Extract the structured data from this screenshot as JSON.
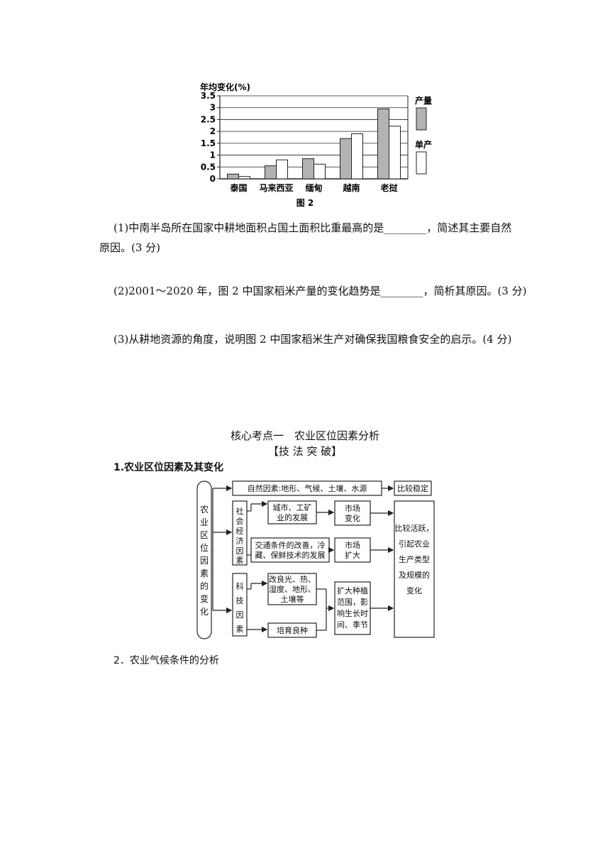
{
  "chart_data": {
    "type": "bar",
    "ylabel": "年均变化(%)",
    "yticks": [
      "3.5",
      "3",
      "2.5",
      "2",
      "1.5",
      "1",
      "0.5",
      "0"
    ],
    "ylim": [
      0,
      3.5
    ],
    "categories": [
      "泰国",
      "马来西亚",
      "缅甸",
      "越南",
      "老挝"
    ],
    "series": [
      {
        "name": "产量",
        "color": "#b3b3b3",
        "values": [
          0.2,
          0.55,
          0.85,
          1.7,
          2.95
        ]
      },
      {
        "name": "单产",
        "color": "#ffffff",
        "values": [
          0.1,
          0.8,
          0.62,
          1.9,
          2.22
        ]
      }
    ],
    "caption": "图 2",
    "legend_position": "right",
    "grid": true
  },
  "questions": {
    "q1_line1": "(1)中南半岛所在国家中耕地面积占国土面积比重最高的是________，简述其主要自然",
    "q1_line2": "原因。(3 分)",
    "q2": "(2)2001～2020 年，图 2 中国家稻米产量的变化趋势是________，简析其原因。(3 分)",
    "q3": "(3)从耕地资源的角度，说明图 2 中国家稻米生产对确保我国粮食安全的启示。(4 分)"
  },
  "section": {
    "title": "核心考点一　农业区位因素分析",
    "subtitle": "【技 法 突 破】",
    "item1": "1.农业区位因素及其变化",
    "item2": "2．农业气候条件的分析"
  },
  "flow": {
    "left": [
      "农",
      "业",
      "区",
      "位",
      "因",
      "素",
      "的",
      "变",
      "化"
    ],
    "natural": "自然因素:地形、气候、土壤、水源",
    "stable": "比较稳定",
    "social": [
      "社",
      "会",
      "经",
      "济",
      "因",
      "素"
    ],
    "city": [
      "城市、工矿",
      "业的发展"
    ],
    "market_change": [
      "市场",
      "变化"
    ],
    "transport": [
      "交通条件的改善，冷",
      "藏、保鲜技术的发展"
    ],
    "market_expand": [
      "市场",
      "扩大"
    ],
    "active": [
      "比较活跃，",
      "引起农业",
      "生产类型",
      "及规模的",
      "变化"
    ],
    "tech": [
      "科",
      "技",
      "因",
      "素"
    ],
    "improve": [
      "改良光、热、",
      "湿度、地形、",
      "土壤等"
    ],
    "breed": "培育良种",
    "expand": [
      "扩大种植",
      "范围，影",
      "响生长时",
      "间、季节"
    ]
  }
}
